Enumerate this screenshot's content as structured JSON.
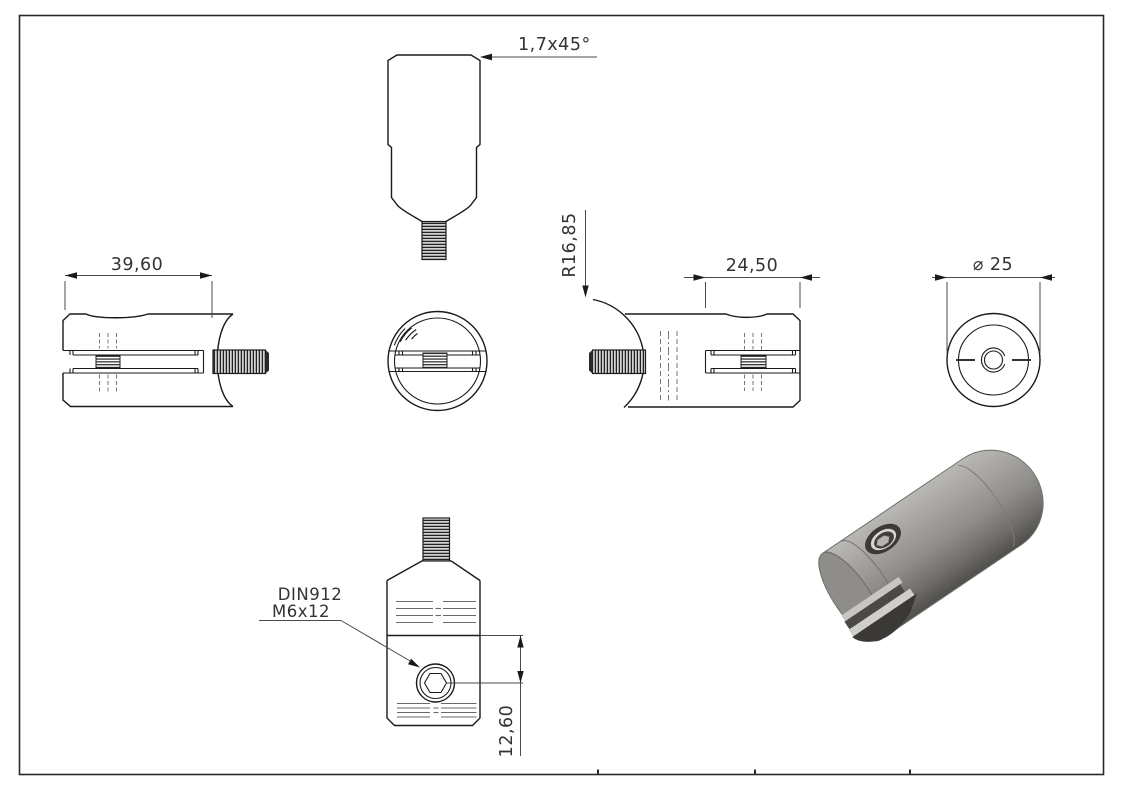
{
  "page": {
    "background": "#ffffff",
    "border_color": "#2a2a2a"
  },
  "drawing": {
    "labels": {
      "chamfer": "1,7x45°",
      "overall_width": "39,60",
      "saddle_radius": "R16,85",
      "clamp_width": "24,50",
      "diameter": "⌀ 25",
      "screw_standard": "DIN912",
      "screw_size": "M6x12",
      "screw_center_offset": "12,60"
    },
    "colors": {
      "line": "#1a1a1a",
      "dimension_line": "#4a4a4a",
      "hidden_line": "#777777",
      "render_body_light": "#bab8b5",
      "render_body_dark": "#504e4b",
      "render_plate": "#d0cecb",
      "render_slot": "#3b3936"
    }
  }
}
